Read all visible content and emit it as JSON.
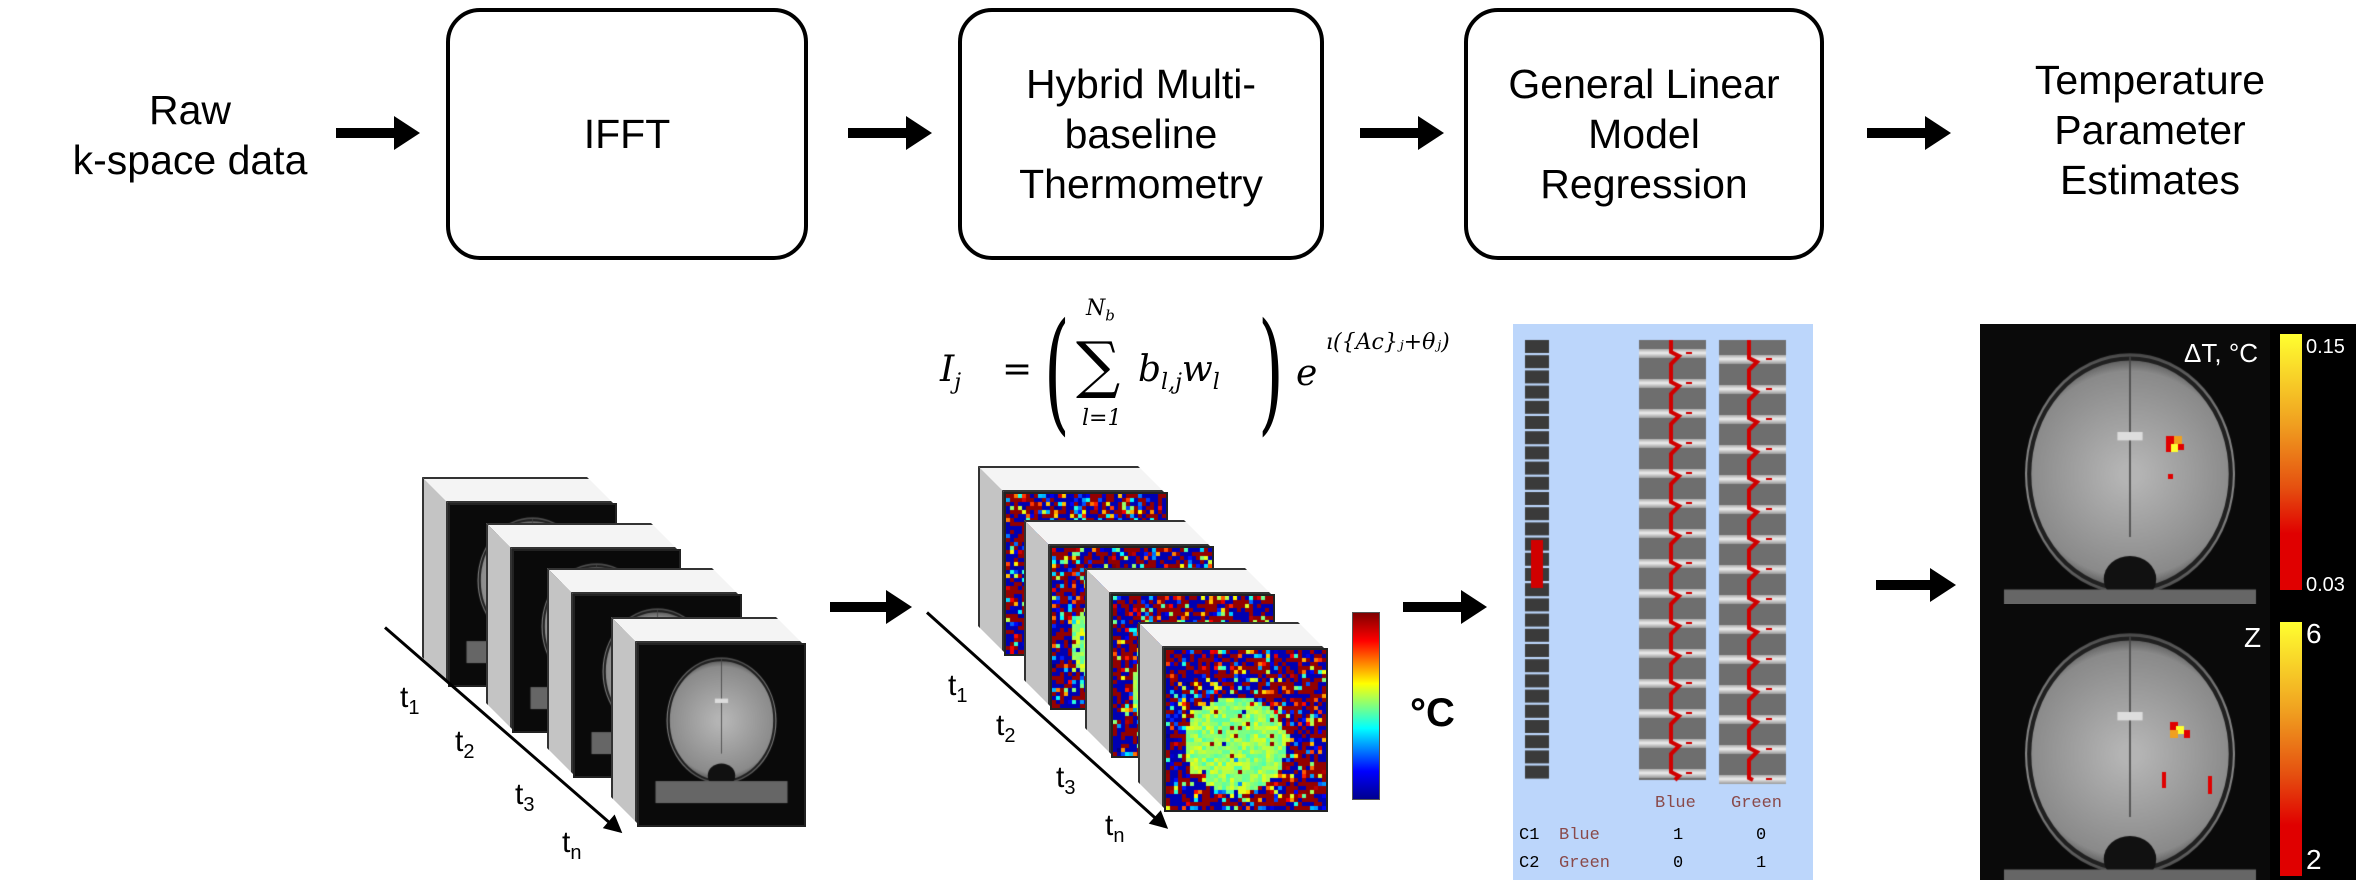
{
  "pipeline": {
    "input_label": "Raw\nk-space data",
    "steps": [
      "IFFT",
      "Hybrid Multi-\nbaseline\nThermometry",
      "General Linear\nModel\nRegression"
    ],
    "output_label": "Temperature\nParameter\nEstimates"
  },
  "formula": {
    "lhs": "I",
    "lhs_sub": "j",
    "eq": "=",
    "sum": "∑",
    "sum_upper": "N",
    "sum_upper_sub": "b",
    "sum_lower": "l=1",
    "term": "b",
    "term_sub": "l,j",
    "weight": "w",
    "weight_sub": "l",
    "exp_base": "e",
    "exponent": "ı({Ac}ⱼ+θⱼ)"
  },
  "time_labels": [
    {
      "t": "t",
      "sub": "1"
    },
    {
      "t": "t",
      "sub": "2"
    },
    {
      "t": "t",
      "sub": "3"
    },
    {
      "t": "t",
      "sub": "n"
    }
  ],
  "temperature_colorbar": {
    "unit": "°C",
    "colormap": "jet"
  },
  "design_matrix": {
    "columns": [
      "Blue",
      "Green"
    ],
    "contrasts": [
      {
        "id": "C1",
        "name": "Blue",
        "values": [
          "1",
          "0"
        ]
      },
      {
        "id": "C2",
        "name": "Green",
        "values": [
          "0",
          "1"
        ]
      }
    ],
    "background_color": "#bcd6fb"
  },
  "results": [
    {
      "label": "ΔT, °C",
      "max": "0.15",
      "min": "0.03",
      "colormap": "hot"
    },
    {
      "label": "Z",
      "max": "6",
      "min": "2",
      "colormap": "hot"
    }
  ]
}
